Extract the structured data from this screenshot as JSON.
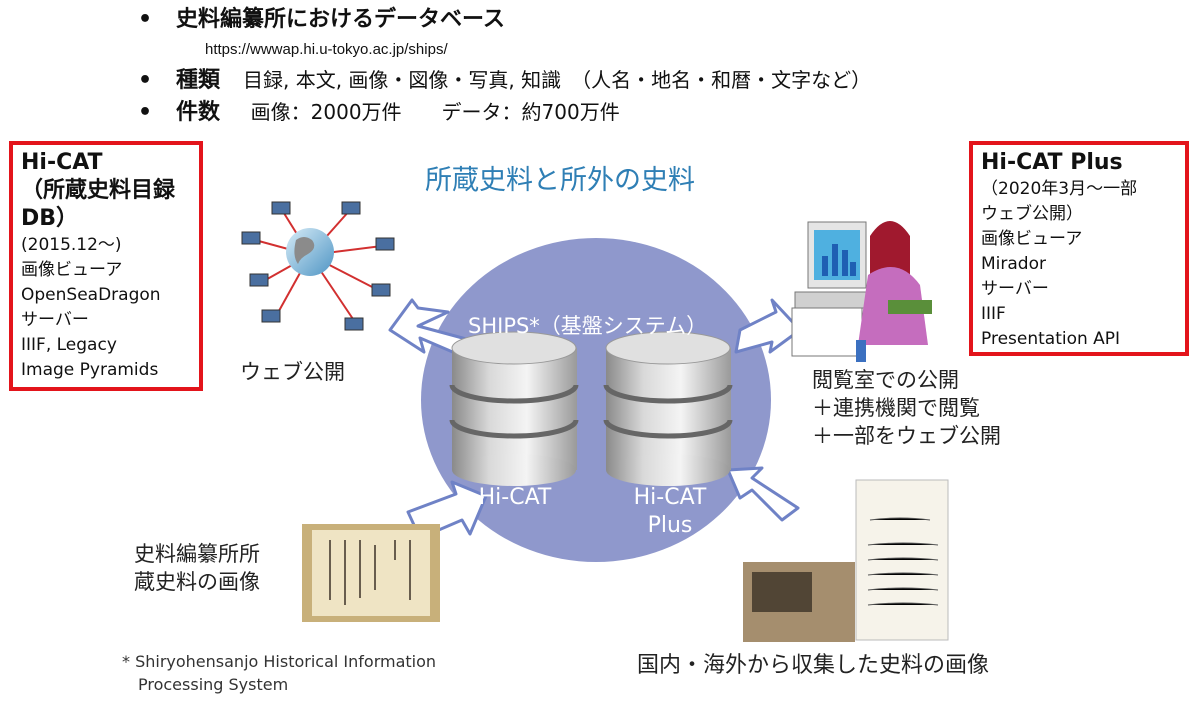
{
  "bullets": {
    "item1": {
      "marker": "•",
      "text": "史料編纂所におけるデータベース"
    },
    "url": "https://wwwap.hi.u-tokyo.ac.jp/ships/",
    "item2": {
      "marker": "•",
      "label": "種類",
      "value": "目録, 本文, 画像・図像・写真, 知識　（人名・地名・和暦・文字など）"
    },
    "item3": {
      "marker": "•",
      "label": "件数",
      "value": "画像：2000万件　　データ：約700万件"
    }
  },
  "left_box": {
    "title_lines": [
      "Hi-CAT",
      "（所蔵史料目録",
      "DB）"
    ],
    "lines": [
      "(2015.12～)",
      "画像ビューア",
      "OpenSeaDragon",
      "サーバー",
      "IIIF, Legacy",
      "Image Pyramids"
    ]
  },
  "right_box": {
    "title": "Hi-CAT Plus",
    "lines": [
      "（2020年3月～一部",
      "ウェブ公開）",
      "画像ビューア",
      "Mirador",
      "サーバー",
      "IIIF",
      "Presentation API"
    ]
  },
  "center_title": "所蔵史料と所外の史料",
  "web_label": "ウェブ公開",
  "ships_label": "SHIPS*（基盤システム）",
  "db1_label": "Hi-CAT",
  "db2_label_lines": [
    "Hi-CAT",
    "Plus"
  ],
  "reading_room_lines": [
    "閲覧室での公開",
    "＋連携機関で閲覧",
    "＋一部をウェブ公開"
  ],
  "hiroshi_label_lines": [
    "史料編纂所所",
    "蔵史料の画像"
  ],
  "collected_label": "国内・海外から収集した史料の画像",
  "footnote_lines": [
    "* Shiryohensanjo Historical Information",
    "Processing System"
  ],
  "colors": {
    "red_border": "#e3141b",
    "title_blue": "#2f7fb5",
    "circle": "#8f98cc",
    "arrow_fill": "#ffffff",
    "arrow_stroke": "#6f82c6",
    "db_silver": "#c7c7c7"
  },
  "icons": [
    "globe-network-icon",
    "computer-user-icon",
    "database-icon",
    "document-image",
    "manuscript-image"
  ]
}
